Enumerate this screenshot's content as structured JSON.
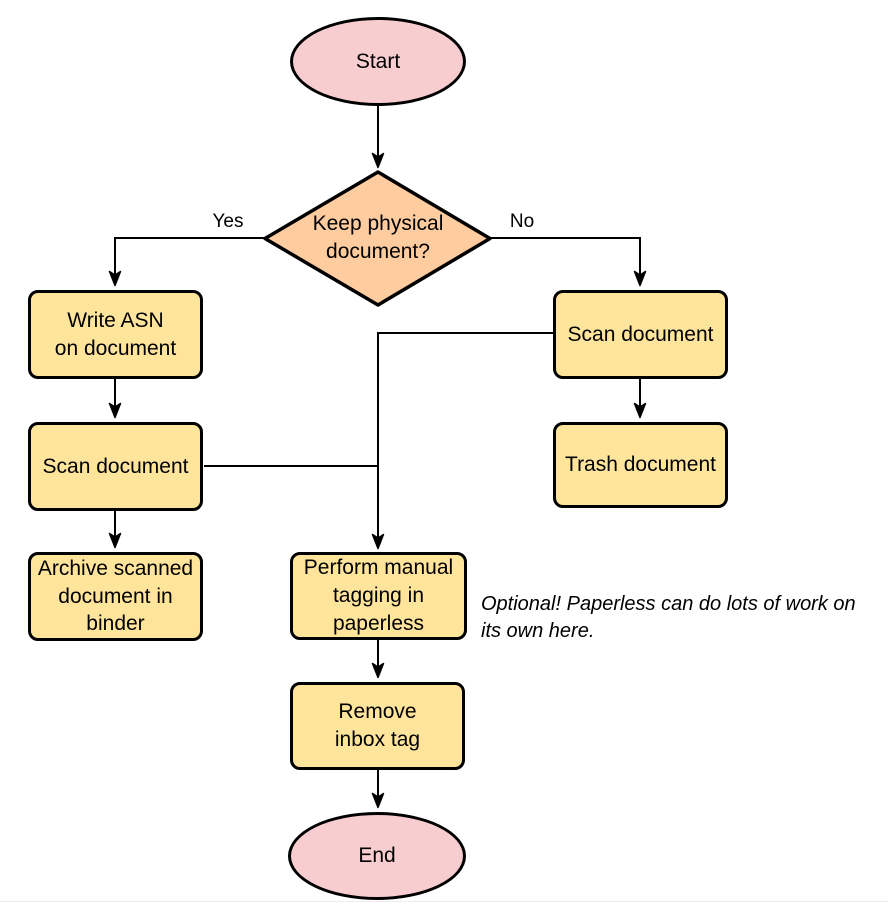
{
  "colors": {
    "terminal_fill": "#f8cdd0",
    "decision_fill": "#ffcc9f",
    "process_fill": "#ffe49c",
    "border": "#000000",
    "line": "#000000",
    "background": "#ffffff"
  },
  "nodes": {
    "start": {
      "lines": [
        "Start"
      ]
    },
    "decision": {
      "lines": [
        "Keep physical",
        "document?"
      ]
    },
    "write_asn": {
      "lines": [
        "Write ASN",
        "on document"
      ]
    },
    "scan_left": {
      "lines": [
        "Scan document"
      ]
    },
    "archive": {
      "lines": [
        "Archive scanned",
        "document in",
        "binder"
      ]
    },
    "scan_right": {
      "lines": [
        "Scan document"
      ]
    },
    "trash": {
      "lines": [
        "Trash document"
      ]
    },
    "perform": {
      "lines": [
        "Perform manual",
        "tagging in",
        "paperless"
      ]
    },
    "remove": {
      "lines": [
        "Remove",
        "inbox tag"
      ]
    },
    "end": {
      "lines": [
        "End"
      ]
    }
  },
  "edge_labels": {
    "yes": "Yes",
    "no": "No"
  },
  "annotation": {
    "lines": [
      "Optional! Paperless can do lots of work on",
      "its own here."
    ]
  }
}
